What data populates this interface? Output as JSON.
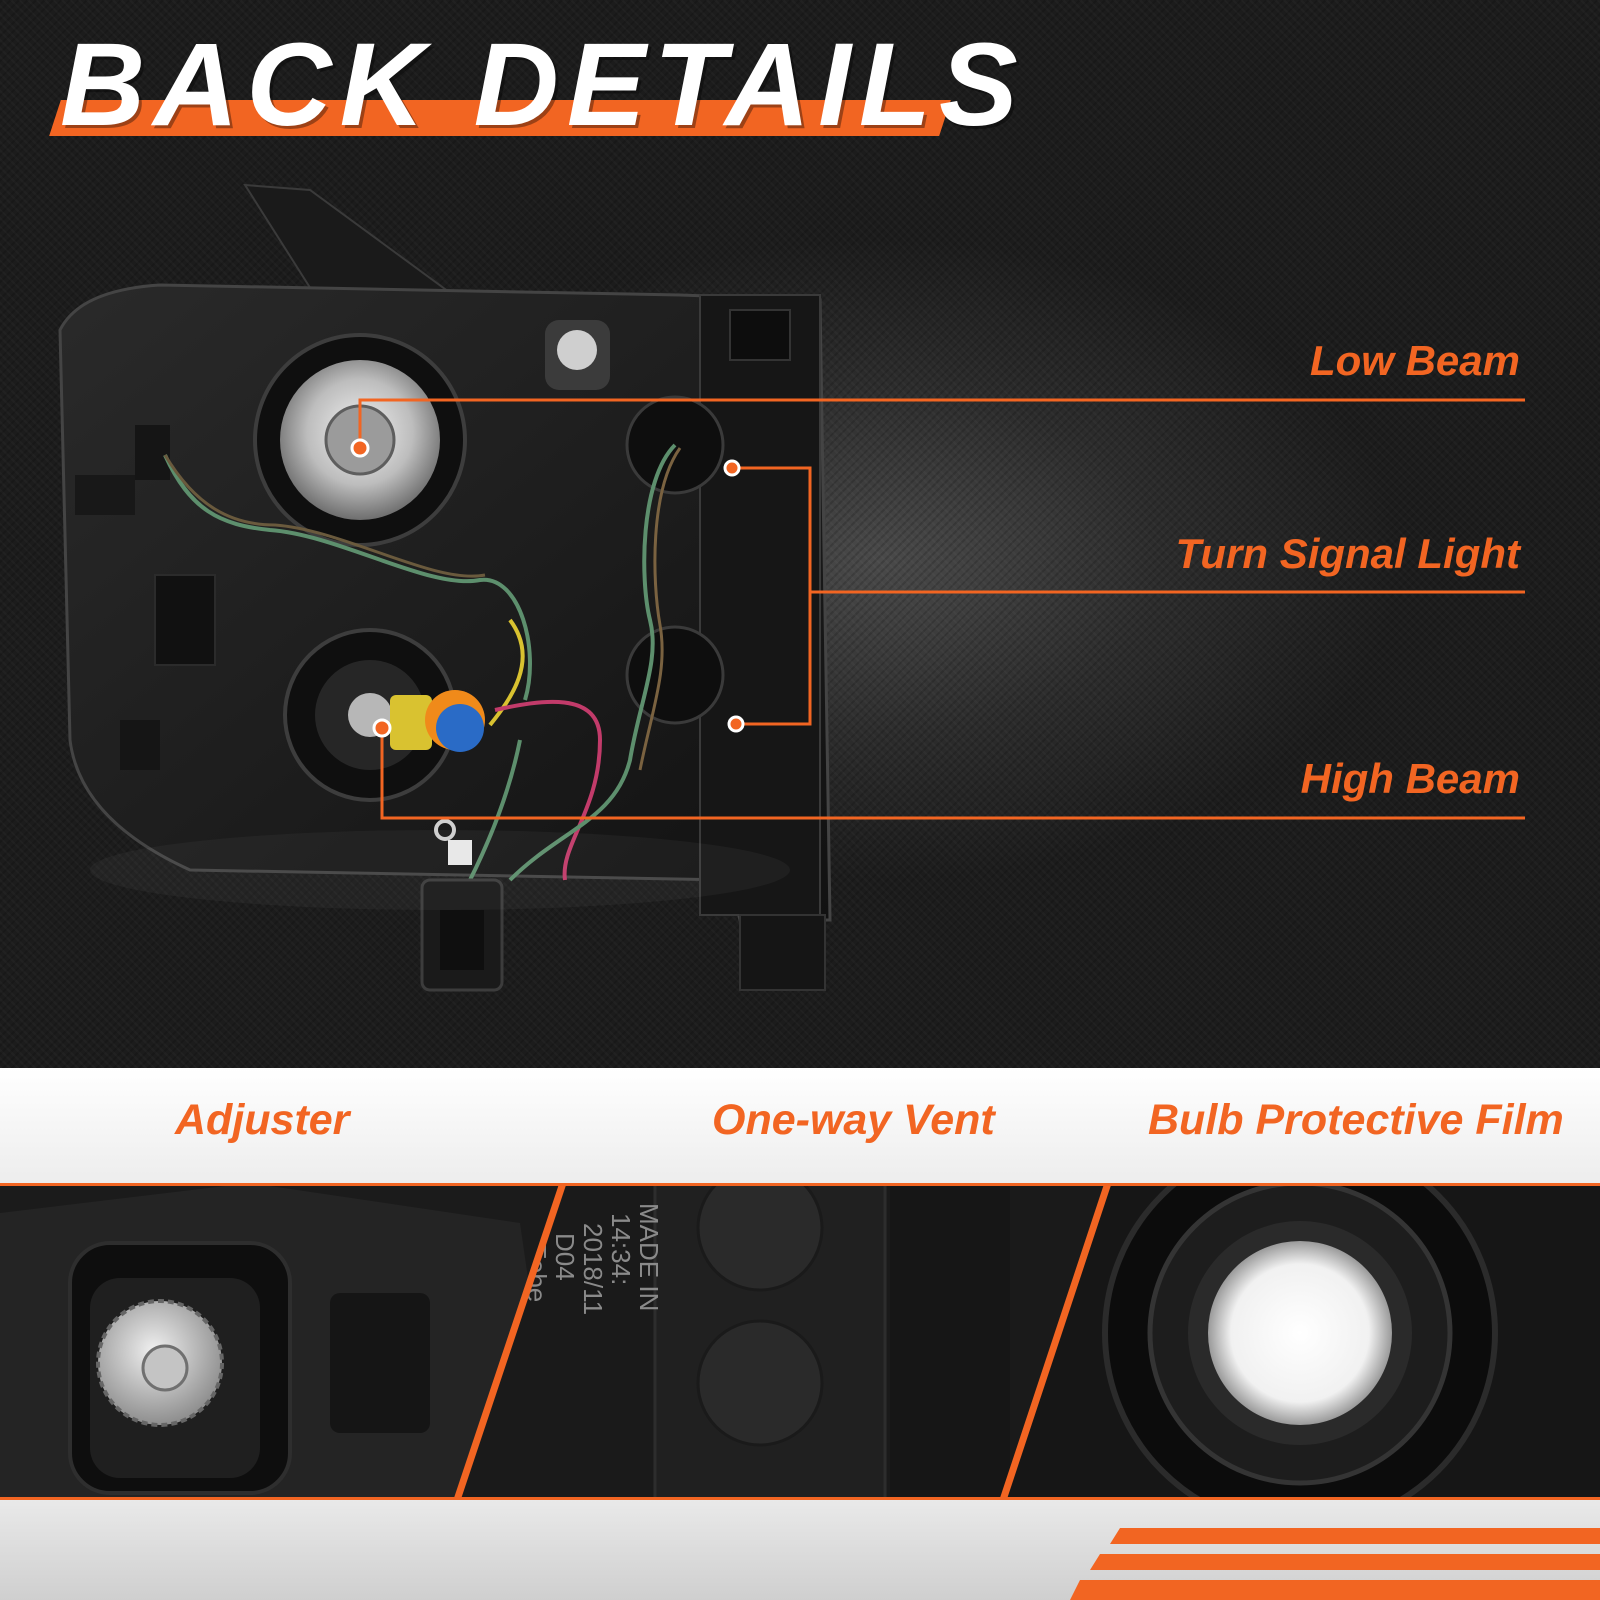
{
  "page": {
    "title": "BACK DETAILS"
  },
  "callouts": [
    {
      "id": "low-beam",
      "label": "Low Beam"
    },
    {
      "id": "turn-signal",
      "label": "Turn Signal Light"
    },
    {
      "id": "high-beam",
      "label": "High Beam"
    }
  ],
  "details": [
    {
      "id": "adjuster",
      "label": "Adjuster"
    },
    {
      "id": "vent",
      "label": "One-way Vent"
    },
    {
      "id": "film",
      "label": "Bulb Protective Film"
    }
  ],
  "vent_text": {
    "line1": "MADE IN",
    "line2": "14:34:",
    "line3": "2018/11",
    "line4": "D04",
    "line5": "Febe"
  },
  "colors": {
    "accent": "#f26522",
    "title": "#ffffff",
    "background": "#222222"
  }
}
